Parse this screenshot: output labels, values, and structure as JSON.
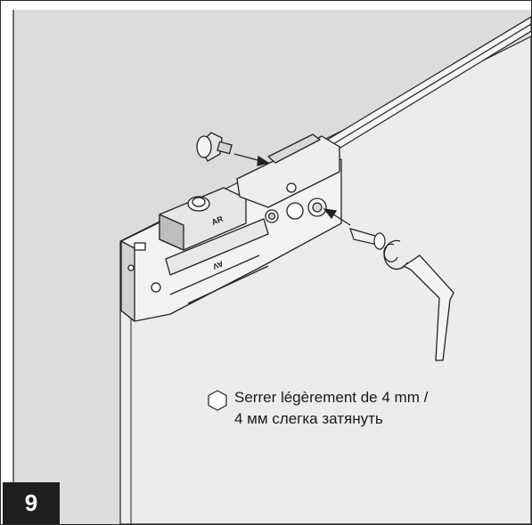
{
  "step": {
    "number": "9"
  },
  "instruction": {
    "icon": "hex-key-icon",
    "line_fr": "Serrer légèrement de 4 mm /",
    "line_ru": "4 мм слегка затянуть"
  },
  "colors": {
    "wall": "#dcdcdc",
    "door_panel": "#ececec",
    "line": "#222222",
    "badge_bg": "#1f1f1f",
    "badge_text": "#ffffff"
  },
  "part_markings": {
    "upper_block": "AR",
    "lower_block": "AV"
  }
}
